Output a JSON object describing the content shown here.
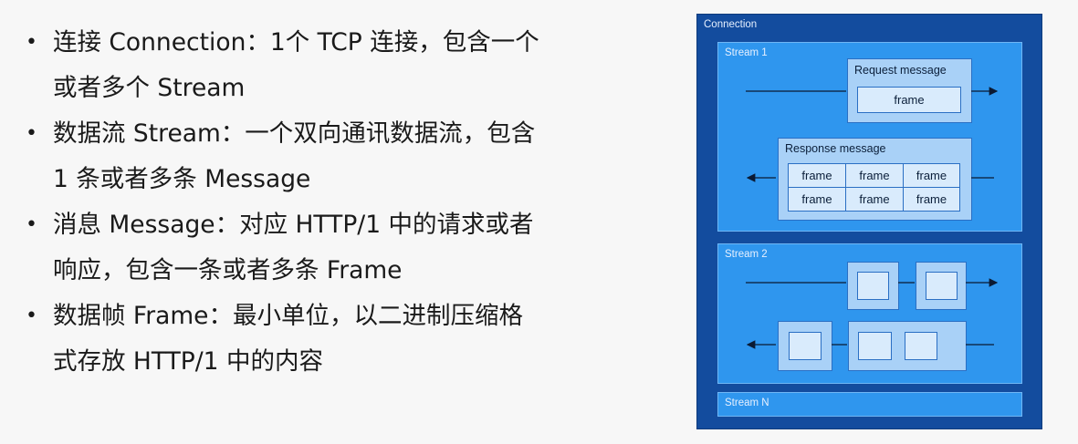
{
  "bullets": [
    {
      "lines": [
        "连接 Connection：1个 TCP 连接，包含一个",
        "或者多个 Stream"
      ]
    },
    {
      "lines": [
        "数据流 Stream：一个双向通讯数据流，包含",
        "1 条或者多条 Message"
      ]
    },
    {
      "lines": [
        "消息 Message：对应 HTTP/1 中的请求或者",
        "响应，包含一条或者多条 Frame"
      ]
    },
    {
      "lines": [
        "数据帧 Frame：最小单位，以二进制压缩格",
        "式存放 HTTP/1 中的内容"
      ]
    }
  ],
  "diagram": {
    "connection_label": "Connection",
    "stream1": {
      "label": "Stream 1",
      "request_label": "Request message",
      "request_frame": "frame",
      "response_label": "Response message",
      "response_frames": [
        "frame",
        "frame",
        "frame",
        "frame",
        "frame",
        "frame"
      ]
    },
    "stream2": {
      "label": "Stream 2"
    },
    "streamN": {
      "label": "Stream N"
    }
  },
  "colors": {
    "connection_bg": "#134c9e",
    "stream_bg": "#2f96ee",
    "message_bg": "#a9d1f7",
    "frame_bg": "#d9ebfc"
  }
}
